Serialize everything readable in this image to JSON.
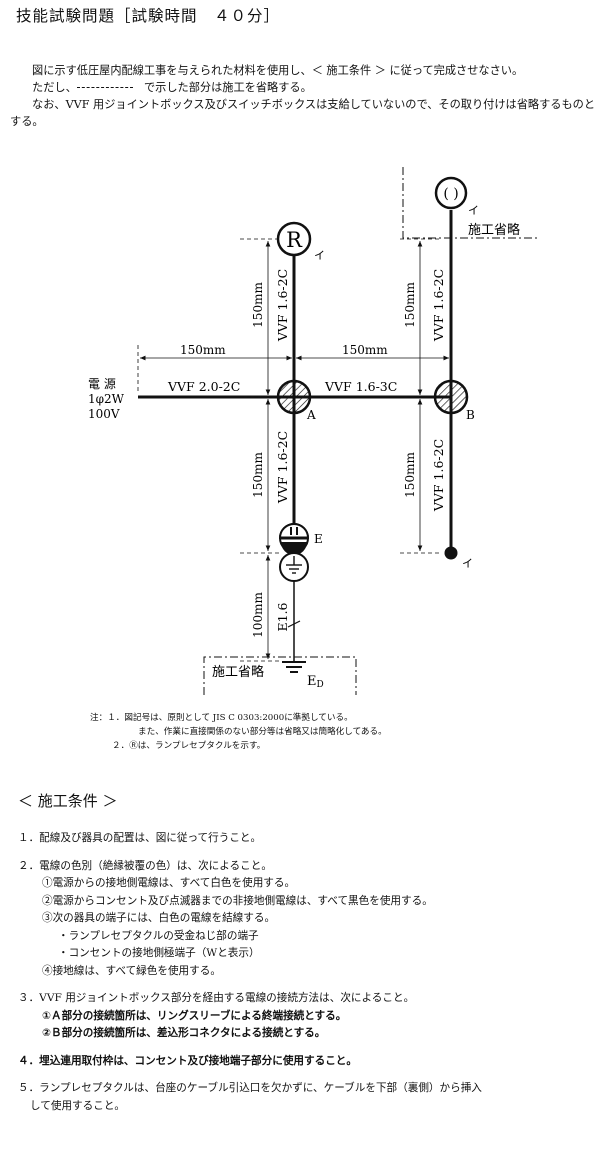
{
  "title": "技能試験問題［試験時間　４０分］",
  "intro": {
    "line1": "図に示す低圧屋内配線工事を与えられた材料を使用し、＜ 施工条件 ＞ に従って完成させなさい。",
    "line2_pre": "ただし、",
    "line2_post": "で示した部分は施工を省略する。",
    "line3": "なお、VVF 用ジョイントボックス及びスイッチボックスは支給していないので、その取り付けは省略するものとする。"
  },
  "diagram": {
    "power_label1": "電 源",
    "power_label2": "1φ2W",
    "power_label3": "100V",
    "cable_main": "VVF 2.0-2C",
    "cable_ab": "VVF 1.6-3C",
    "cable_a_up": "VVF 1.6-2C",
    "cable_a_down": "VVF 1.6-2C",
    "cable_b_up": "VVF 1.6-2C",
    "cable_b_down": "VVF 1.6-2C",
    "earth_wire": "E1.6",
    "dim_h1": "150mm",
    "dim_h2": "150mm",
    "dim_a_up": "150mm",
    "dim_a_down": "150mm",
    "dim_b_up": "150mm",
    "dim_b_down": "150mm",
    "dim_earth": "100mm",
    "box_a": "A",
    "box_b": "B",
    "receptacle_r": "R",
    "label_i1": "イ",
    "label_i2": "イ",
    "label_i3": "イ",
    "label_e": "E",
    "label_ed": "E",
    "label_ed_sub": "D",
    "omit1": "施工省略",
    "omit2": "施工省略"
  },
  "notes": {
    "n1a": "注：１．図記号は、原則として JIS C 0303:2000に準拠している。",
    "n1b": "また、作業に直接関係のない部分等は省略又は簡略化してある。",
    "n2": "２．Ⓡは、ランプレセプタクルを示す。"
  },
  "conditions_title": "＜ 施工条件 ＞",
  "conditions": {
    "c1": "１．配線及び器具の配置は、図に従って行うこと。",
    "c2": "２．電線の色別（絶縁被覆の色）は、次によること。",
    "c2_1": "①電源からの接地側電線は、すべて白色を使用する。",
    "c2_2": "②電源からコンセント及び点滅器までの非接地側電線は、すべて黒色を使用する。",
    "c2_3": "③次の器具の端子には、白色の電線を結線する。",
    "c2_3a": "・ランプレセプタクルの受金ねじ部の端子",
    "c2_3b": "・コンセントの接地側極端子（Wと表示）",
    "c2_4": "④接地線は、すべて緑色を使用する。",
    "c3": "３．VVF 用ジョイントボックス部分を経由する電線の接続方法は、次によること。",
    "c3_1": "①Ａ部分の接続箇所は、リングスリーブによる終端接続とする。",
    "c3_2": "②Ｂ部分の接続箇所は、差込形コネクタによる接続とする。",
    "c4": "４．埋込連用取付枠は、コンセント及び接地端子部分に使用すること。",
    "c5a": "５．ランプレセプタクルは、台座のケーブル引込口を欠かずに、ケーブルを下部（裏側）から挿入",
    "c5b": "して使用すること。"
  }
}
